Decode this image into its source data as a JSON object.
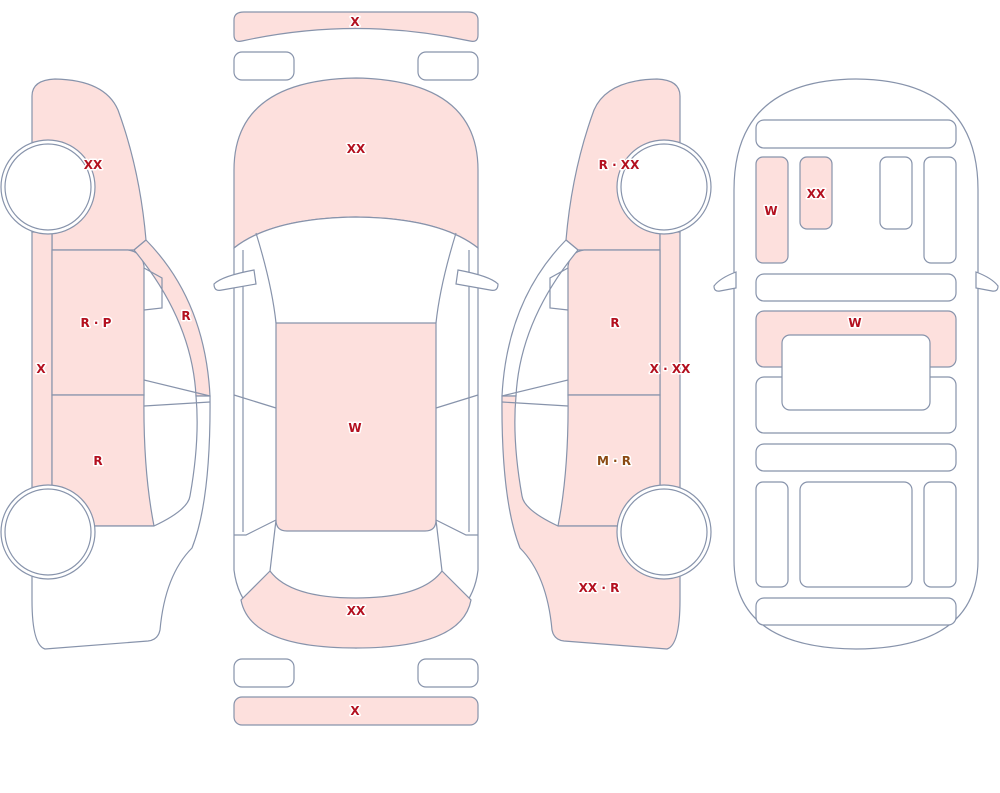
{
  "colors": {
    "outline": "#8793ab",
    "damaged_fill": "#fde0dd",
    "clean_fill": "#ffffff",
    "label_red": "#b3101f",
    "label_brown": "#8a4a12"
  },
  "left_view": {
    "front_fender": "XX",
    "front_door": "R · P",
    "windshield_pillar": "R",
    "rocker": "X",
    "rear_door": "R"
  },
  "top_view": {
    "front_bumper": "X",
    "hood": "XX",
    "roof": "W",
    "trunk": "XX",
    "rear_bumper": "X"
  },
  "right_view": {
    "front_fender": "R · XX",
    "front_door": "R",
    "rocker": "X · XX",
    "rear_door": "M · R",
    "rear_quarter": "XX · R"
  },
  "interior_view": {
    "left_rear_panel": "W",
    "upper_panel": "XX",
    "mid_panel": "W"
  }
}
